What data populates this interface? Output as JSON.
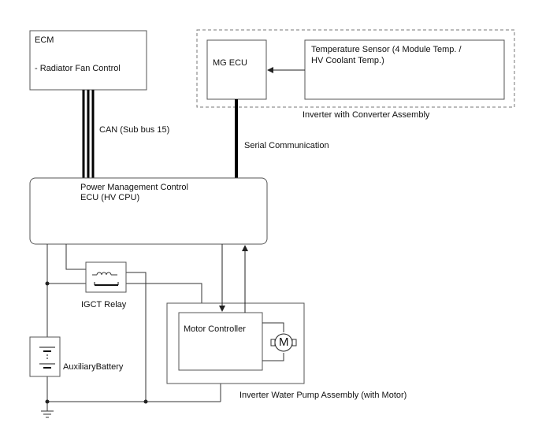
{
  "ecm": {
    "title": "ECM",
    "function": "- Radiator Fan Control"
  },
  "mg_ecu": {
    "label": "MG ECU"
  },
  "temp_sensor": {
    "line1": "Temperature Sensor (4 Module Temp. /",
    "line2": "HV Coolant Temp.)"
  },
  "inverter_assembly": {
    "label": "Inverter with Converter Assembly"
  },
  "can_bus": {
    "label": "CAN (Sub bus 15)"
  },
  "serial_link": {
    "label": "Serial Communication"
  },
  "pmc_ecu": {
    "line1": "Power Management Control",
    "line2": "ECU (HV CPU)"
  },
  "igct_relay": {
    "label": "IGCT Relay"
  },
  "motor_controller": {
    "label": "Motor Controller"
  },
  "motor": {
    "symbol": "M"
  },
  "battery": {
    "label": "AuxiliaryBattery"
  },
  "pump_assembly": {
    "label": "Inverter Water Pump Assembly (with Motor)"
  }
}
